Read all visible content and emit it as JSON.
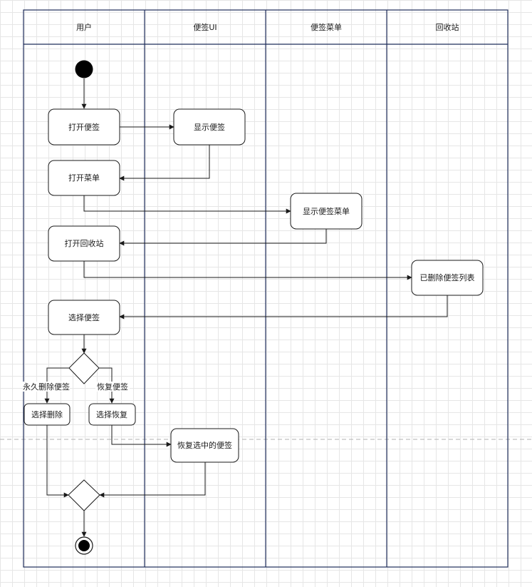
{
  "lanes": [
    {
      "id": "user",
      "title": "用户"
    },
    {
      "id": "note-ui",
      "title": "便签UI"
    },
    {
      "id": "note-menu",
      "title": "便签菜单"
    },
    {
      "id": "recycle-bin",
      "title": "回收站"
    }
  ],
  "nodes": {
    "open_note": "打开便签",
    "show_note": "显示便签",
    "open_menu": "打开菜单",
    "show_note_menu": "显示便签菜单",
    "open_recycle": "打开回收站",
    "deleted_list": "已删除便签列表",
    "select_note": "选择便签",
    "select_delete": "选择删除",
    "select_restore": "选择恢复",
    "restore_selected": "恢复选中的便签"
  },
  "branches": {
    "permanent_delete": "永久删除便签",
    "restore": "恢复便签"
  },
  "colors": {
    "stroke": "#1f2d5a",
    "line": "#1a1a1a",
    "grid": "#e6e6e6",
    "page_break": "#b0b0b0"
  }
}
